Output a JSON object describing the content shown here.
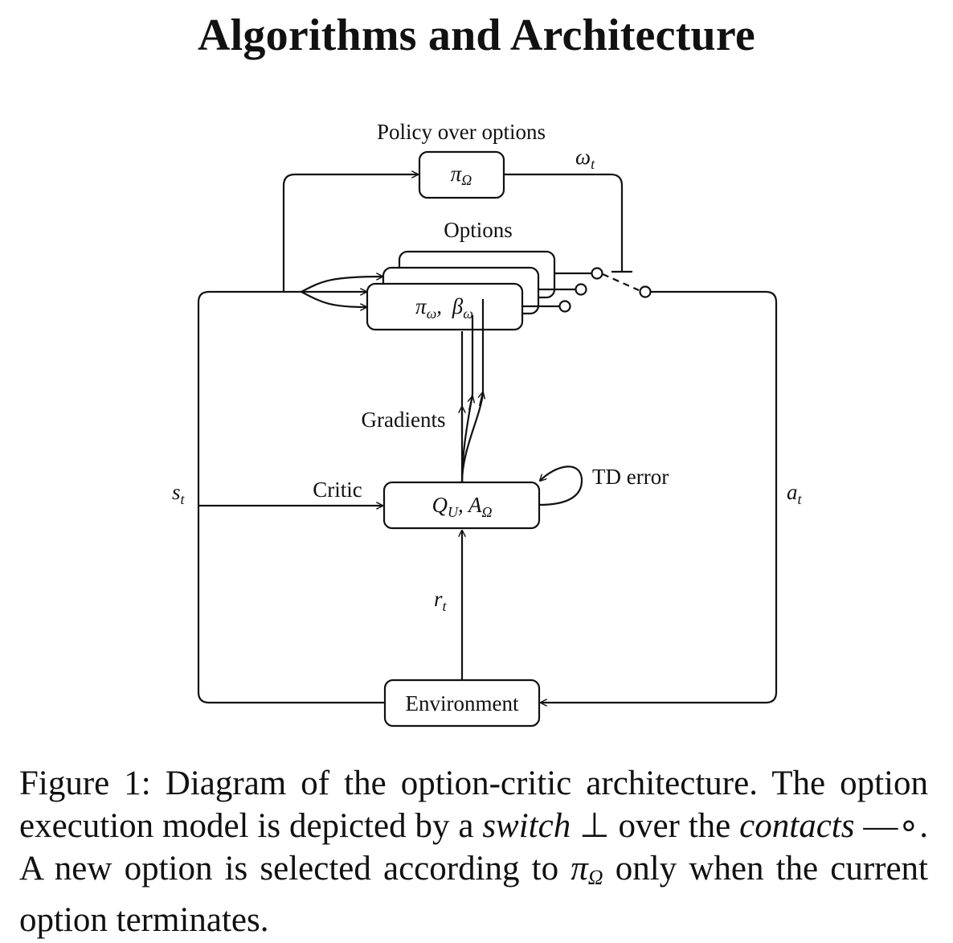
{
  "title": "Algorithms and Architecture",
  "diagram": {
    "policy_label": "Policy over options",
    "policy_symbol": "π",
    "policy_sub": "Ω",
    "omega_symbol": "ω",
    "omega_sub": "t",
    "options_label": "Options",
    "option_pi": "π",
    "option_pi_sub": "ω",
    "option_beta": "β",
    "option_beta_sub": "ω",
    "gradients_label": "Gradients",
    "critic_label": "Critic",
    "critic_q": "Q",
    "critic_q_sub": "U",
    "critic_a": "A",
    "critic_a_sub": "Ω",
    "td_error_label": "TD error",
    "state_symbol": "s",
    "state_sub": "t",
    "action_symbol": "a",
    "action_sub": "t",
    "reward_symbol": "r",
    "reward_sub": "t",
    "environment_label": "Environment"
  },
  "caption": {
    "part1": "Figure 1: Diagram of the option-critic architecture. The option execution model is depicted by a ",
    "switch_word": "switch",
    "switch_symbol": "⊥",
    "part2": " over the ",
    "contacts_word": "contacts",
    "contacts_symbol": "—∘",
    "part3": ". A new option is selected according to ",
    "pi": "π",
    "pi_sub": "Ω",
    "part4": " only when the current option terminates."
  }
}
